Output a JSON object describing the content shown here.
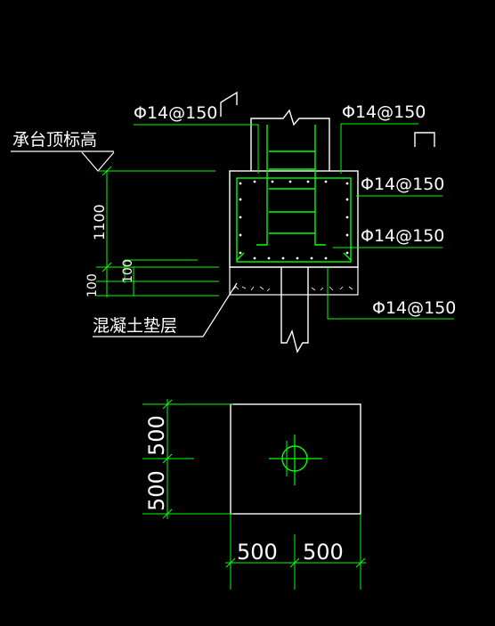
{
  "colors": {
    "background": "#000000",
    "dimension": "#00ff00",
    "outline": "#ffffff",
    "rebar": "#00ff00",
    "text": "#ffffff"
  },
  "section": {
    "rebar_label_top_left": "Φ14@150",
    "rebar_label_top_right": "Φ14@150",
    "rebar_label_right_upper": "Φ14@150",
    "rebar_label_right_lower": "Φ14@150",
    "rebar_label_bottom_right": "Φ14@150",
    "elevation_label": "承台顶标高",
    "dim_height": "1100",
    "dim_cover_1": "100",
    "dim_cover_2": "100",
    "cushion_label": "混凝土垫层"
  },
  "plan": {
    "dim_left_top": "500",
    "dim_left_bottom": "500",
    "dim_bottom_left": "500",
    "dim_bottom_right": "500"
  }
}
